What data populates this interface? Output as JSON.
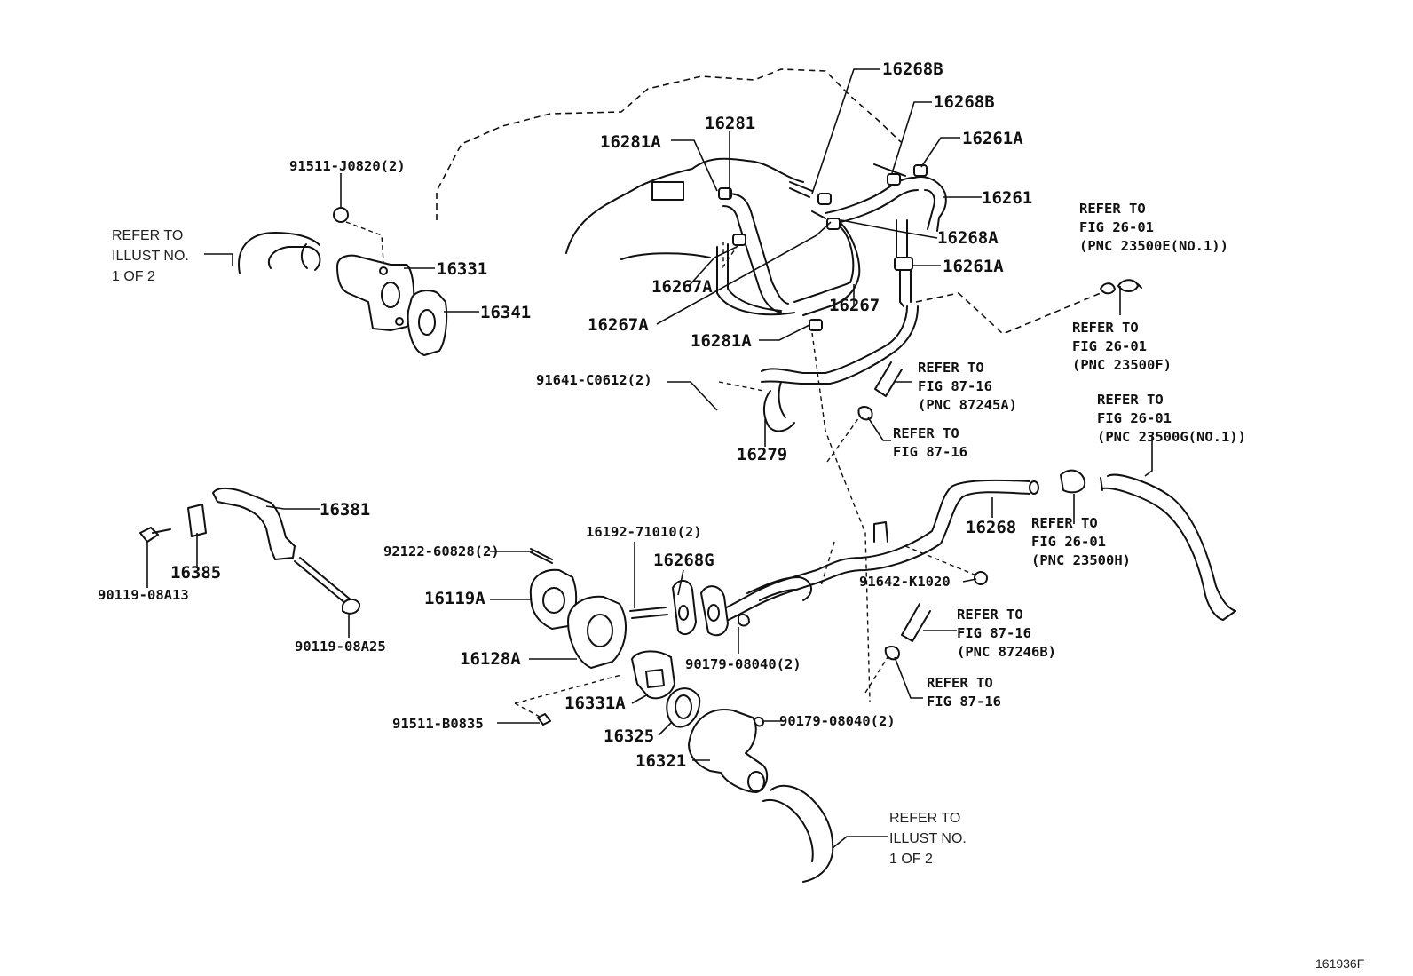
{
  "figure_id": "161936F",
  "labels": {
    "p16268B_a": "16268B",
    "p16268B_b": "16268B",
    "p16261A_a": "16261A",
    "p16281": "16281",
    "p16281A_a": "16281A",
    "p16261": "16261",
    "p91511J": "91511-J0820(2)",
    "p16268A": "16268A",
    "p16261A_b": "16261A",
    "p16331": "16331",
    "p16267A_a": "16267A",
    "p16341": "16341",
    "p16267": "16267",
    "p16267A_b": "16267A",
    "p16281A_b": "16281A",
    "p91641": "91641-C0612(2)",
    "p16279": "16279",
    "p16381": "16381",
    "p16192": "16192-71010(2)",
    "p16268": "16268",
    "p92122": "92122-60828(2)",
    "p16268G": "16268G",
    "p16385": "16385",
    "p91642": "91642-K1020",
    "p16119A": "16119A",
    "p90119_13": "90119-08A13",
    "p90119_25": "90119-08A25",
    "p16128A": "16128A",
    "p90179_a": "90179-08040(2)",
    "p16331A": "16331A",
    "p91511B": "91511-B0835",
    "p90179_b": "90179-08040(2)",
    "p16325": "16325",
    "p16321": "16321"
  },
  "references": {
    "illust_top": [
      "REFER TO",
      "ILLUST NO.",
      "1 OF 2"
    ],
    "illust_bottom": [
      "REFER TO",
      "ILLUST NO.",
      "1 OF 2"
    ],
    "r_23500E": [
      "REFER TO",
      "FIG 26-01",
      "(PNC 23500E(NO.1))"
    ],
    "r_23500F": [
      "REFER TO",
      "FIG 26-01",
      "(PNC 23500F)"
    ],
    "r_23500G": [
      "REFER TO",
      "FIG 26-01",
      "(PNC 23500G(NO.1))"
    ],
    "r_23500H": [
      "REFER TO",
      "FIG 26-01",
      "(PNC 23500H)"
    ],
    "r_87245A": [
      "REFER TO",
      "FIG 87-16",
      "(PNC 87245A)"
    ],
    "r_8716_a": [
      "REFER TO",
      "FIG 87-16"
    ],
    "r_87246B": [
      "REFER TO",
      "FIG 87-16",
      "(PNC 87246B)"
    ],
    "r_8716_b": [
      "REFER TO",
      "FIG 87-16"
    ]
  }
}
